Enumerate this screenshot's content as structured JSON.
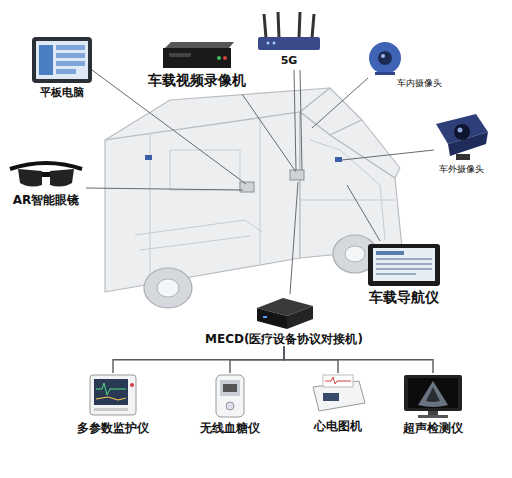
{
  "diagram": {
    "nodes": [
      {
        "text": [
          "平板电脑"
        ]
      },
      {
        "text": [
          "车载视频录像机"
        ]
      },
      {
        "text": [
          "5G"
        ]
      },
      {
        "text": [
          "车内摄像头"
        ]
      },
      {
        "text": [
          "车外摄像头"
        ]
      },
      {
        "text": [
          "AR智能眼镜"
        ]
      },
      {
        "text": [
          "车载导航仪"
        ]
      },
      {
        "text": [
          "MECD(医疗设备协议对接机)"
        ]
      },
      {
        "text": [
          "多参数监护仪"
        ]
      },
      {
        "text": [
          "无线血糖仪"
        ]
      },
      {
        "text": [
          "心电图机"
        ]
      },
      {
        "text": [
          "超声检测仪"
        ]
      }
    ],
    "edges": [
      {
        "from": 7,
        "to": 8,
        "arrow": "none"
      },
      {
        "from": 7,
        "to": 9,
        "arrow": "none"
      },
      {
        "from": 7,
        "to": 10,
        "arrow": "none"
      },
      {
        "from": 7,
        "to": 11,
        "arrow": "none"
      }
    ]
  }
}
